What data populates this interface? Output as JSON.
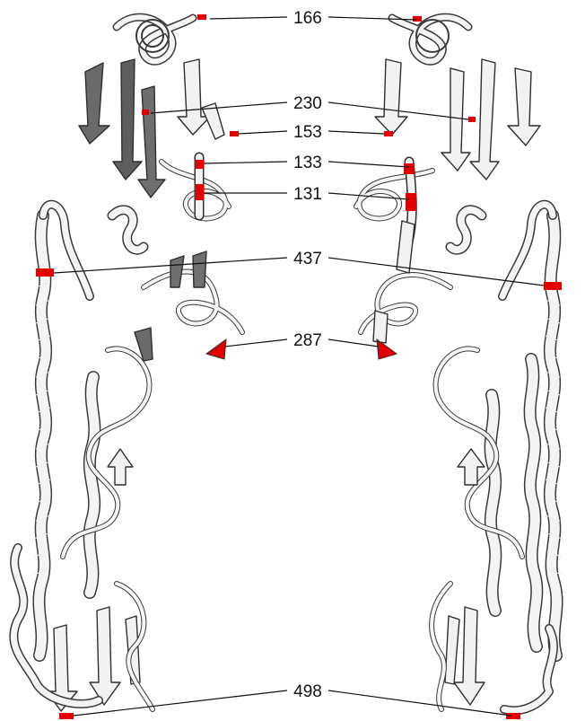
{
  "labels": {
    "r166": "166",
    "r230": "230",
    "r153": "153",
    "r133": "133",
    "r131": "131",
    "r437": "437",
    "r287": "287",
    "r498": "498"
  },
  "colors": {
    "highlight": "#e00000",
    "ribbon_light": "#f2f2f2",
    "ribbon_dark": "#6e6e6e",
    "outline": "#2f2f2f",
    "leader": "#111111"
  }
}
